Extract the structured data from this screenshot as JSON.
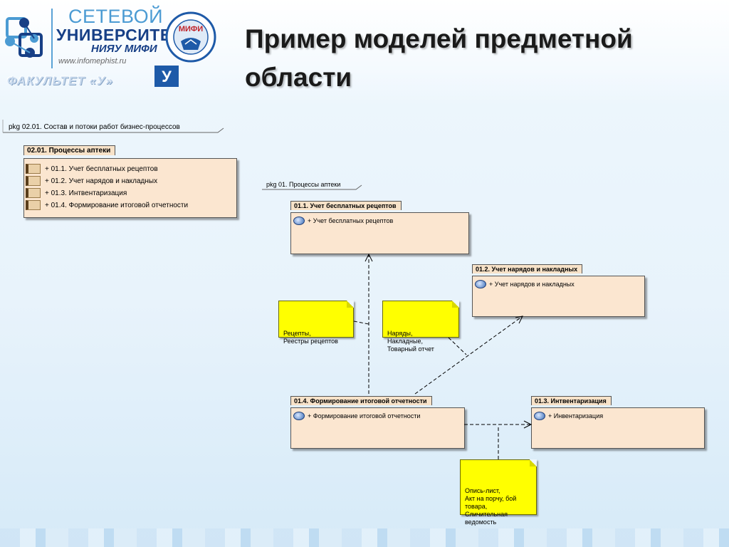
{
  "header": {
    "logo_line1": "СЕТЕВОЙ",
    "logo_line2": "УНИВЕРСИТЕТ",
    "logo_line3": "НИЯУ МИФИ",
    "logo_url": "www.infomephist.ru",
    "faculty": "ФАКУЛЬТЕТ «У»",
    "seal_text": "МИФИ",
    "badge_letter": "У"
  },
  "slide": {
    "title_line1": "Пример моделей предметной",
    "title_line2": "области"
  },
  "left_diagram": {
    "frame_label": "pkg 02.01. Состав и потоки работ бизнес-процессов",
    "package_name": "02.01. Процессы аптеки",
    "items": [
      "+ 01.1. Учет бесплатных рецептов",
      "+ 01.2. Учет нарядов и накладных",
      "+ 01.3. Интвентаризация",
      "+ 01.4. Формирование итоговой отчетности"
    ]
  },
  "right_diagram": {
    "frame_label": "pkg 01. Процессы аптеки",
    "packages": [
      {
        "name": "01.1. Учет бесплатных рецептов",
        "item": "+ Учет бесплатных рецептов"
      },
      {
        "name": "01.2. Учет нарядов и накладных",
        "item": "+ Учет нарядов и накладных"
      },
      {
        "name": "01.4. Формирование итоговой отчетности",
        "item": "+ Формирование итоговой отчетности"
      },
      {
        "name": "01.3. Интвентаризация",
        "item": "+ Инвентаризация"
      }
    ],
    "notes": [
      "Рецепты,\nРеестры рецептов",
      "Наряды,\nНакладные,\nТоварный отчет",
      "Опись-лист,\nАкт на порчу, бой\nтовара,\nСличительная\nведомость"
    ]
  },
  "colors": {
    "package_fill": "#fbe6d0",
    "tab_fill": "#f7e2c8",
    "note_fill": "#ffff00",
    "logo_blue": "#173f86",
    "title_text": "#1a1a1a"
  }
}
